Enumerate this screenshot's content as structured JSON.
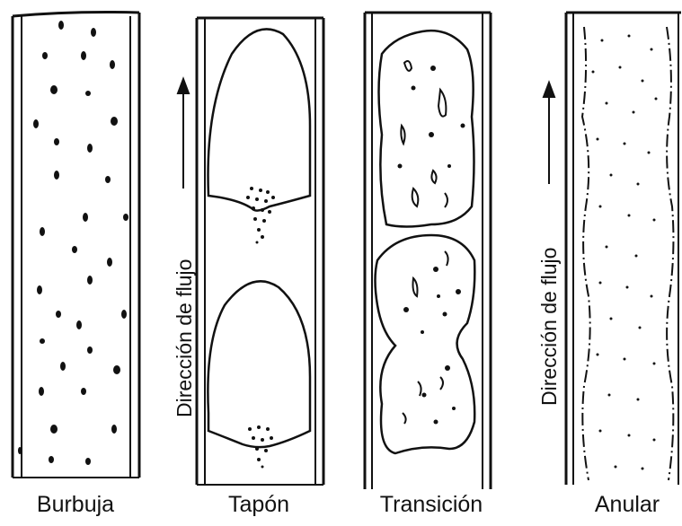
{
  "labels": {
    "burbuja": "Burbuja",
    "tapon": "Tapón",
    "transicion": "Transición",
    "anular": "Anular"
  },
  "flow_direction": "Dirección de flujo",
  "colors": {
    "ink": "#111111",
    "background": "#ffffff"
  }
}
